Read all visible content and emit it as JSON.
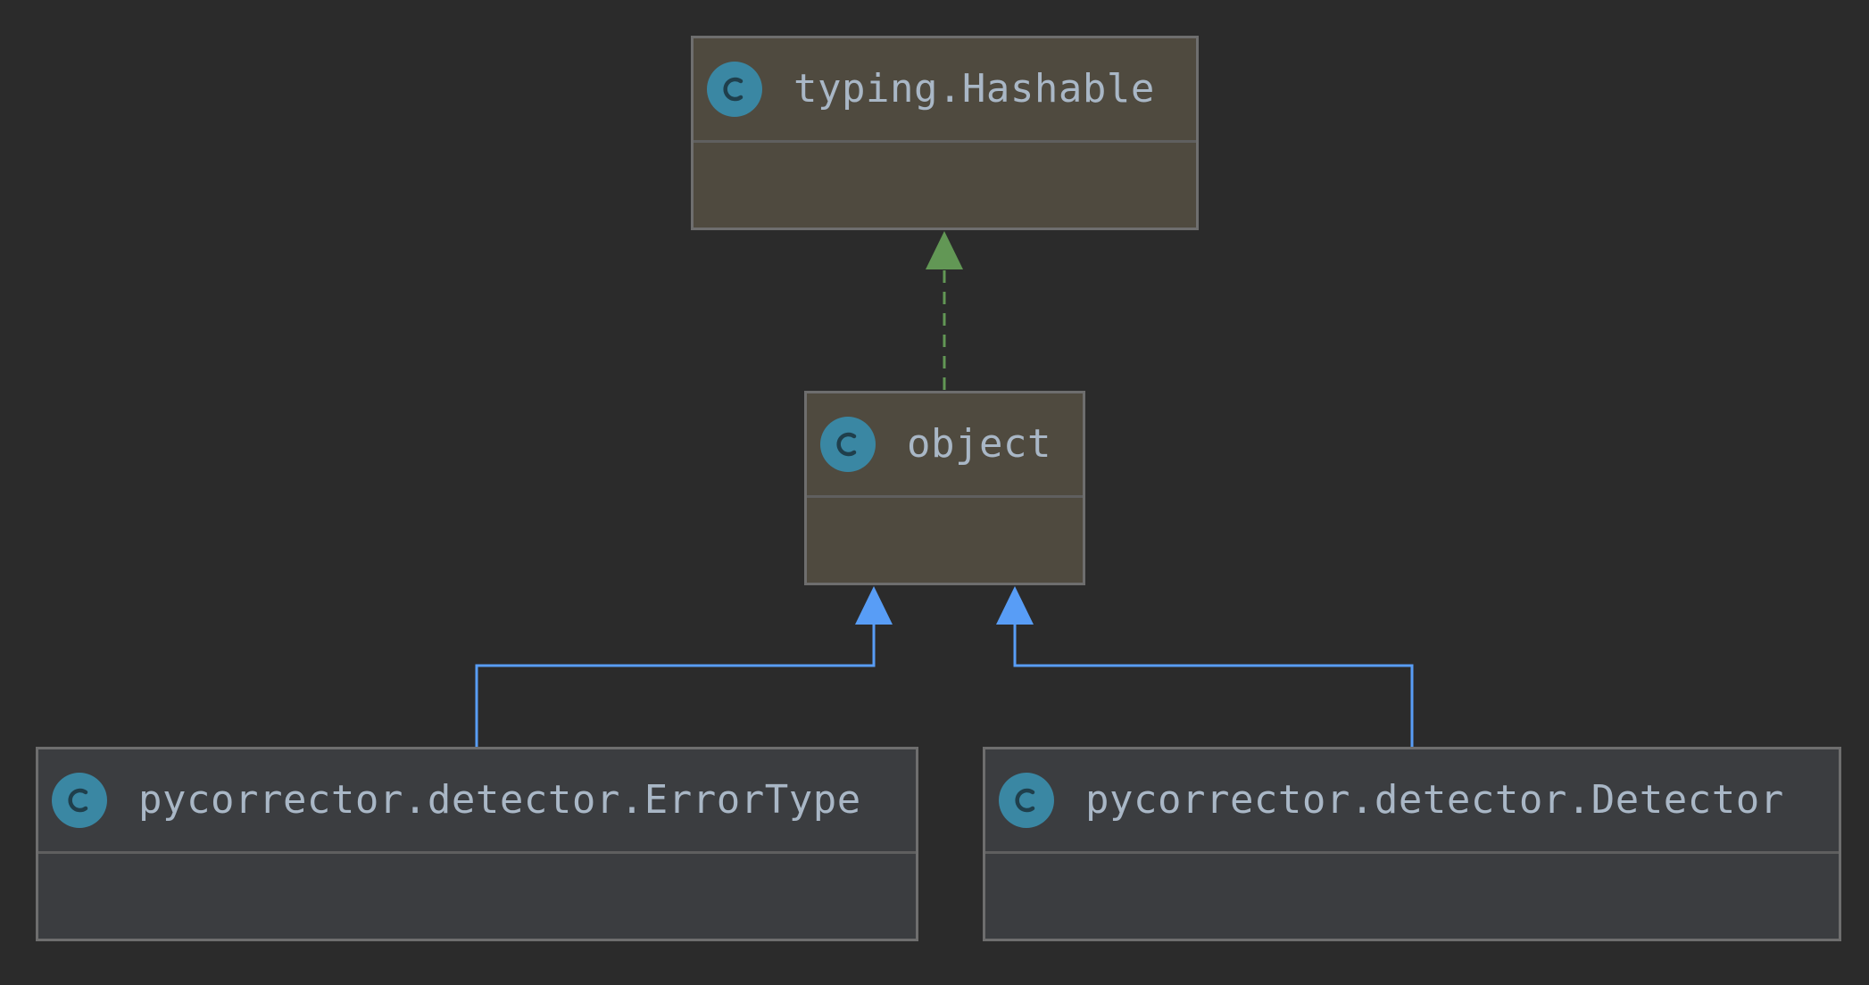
{
  "diagram": {
    "nodes": [
      {
        "id": "hashable",
        "name": "typing.Hashable",
        "icon": "class-icon",
        "kind": "library"
      },
      {
        "id": "object",
        "name": "object",
        "icon": "class-icon",
        "kind": "library"
      },
      {
        "id": "errortype",
        "name": "pycorrector.detector.ErrorType",
        "icon": "class-icon",
        "kind": "project"
      },
      {
        "id": "detector",
        "name": "pycorrector.detector.Detector",
        "icon": "class-icon",
        "kind": "project"
      }
    ],
    "edges": [
      {
        "from": "object",
        "to": "hashable",
        "type": "implements",
        "style": "dashed",
        "color": "#629755"
      },
      {
        "from": "errortype",
        "to": "object",
        "type": "extends",
        "style": "solid",
        "color": "#589df6"
      },
      {
        "from": "detector",
        "to": "object",
        "type": "extends",
        "style": "solid",
        "color": "#589df6"
      }
    ],
    "colors": {
      "background": "#2b2b2b",
      "library_node": "#4f4a3f",
      "project_node": "#3b3d40",
      "border": "#6e6e6e",
      "text": "#a9b7c6",
      "icon": "#3a87a3"
    }
  }
}
